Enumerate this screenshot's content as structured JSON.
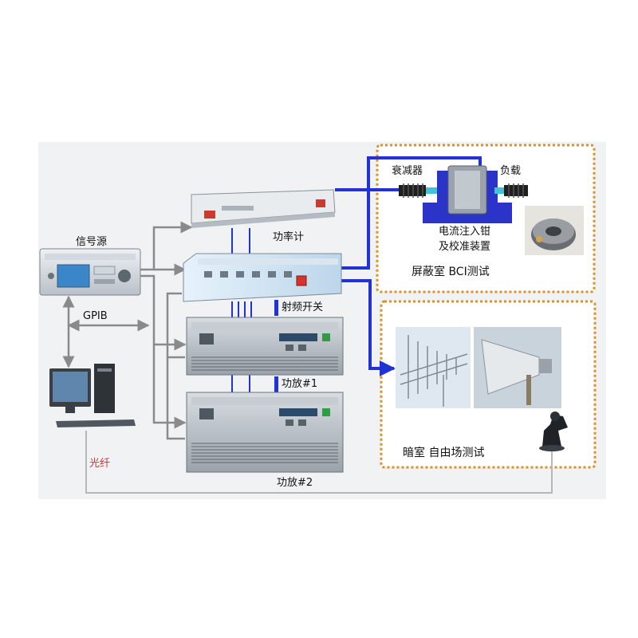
{
  "labels": {
    "power_meter": "功率计",
    "signal_source": "信号源",
    "gpib": "GPIB",
    "rf_switch": "射频开关",
    "amp1": "功放#1",
    "amp2": "功放#2",
    "fiber": "光纤",
    "attenuator": "衰减器",
    "load": "负载",
    "bci_device_line1": "电流注入钳",
    "bci_device_line2": "及校准装置",
    "shield_room": "屏蔽室 BCI测试",
    "anechoic_room": "暗室 自由场测试"
  },
  "colors": {
    "rf_cable": "#2233d6",
    "control_line": "#8a8a8a",
    "fiber_line": "#b8b8b8",
    "zone_border": "#d9912b",
    "fiber_label": "#e0302a"
  }
}
